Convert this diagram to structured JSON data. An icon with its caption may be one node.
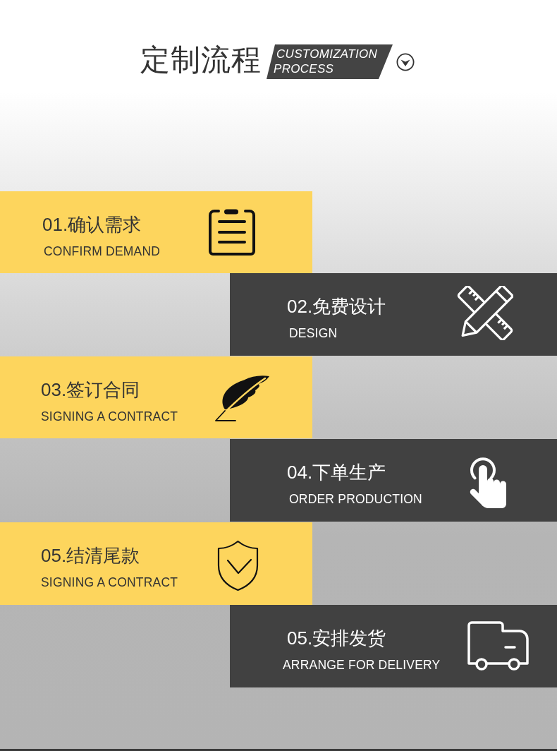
{
  "diagram": {
    "title": "定制流程",
    "nodes": [
      {
        "text": [
          "01.确认需求",
          "CONFIRM DEMAND"
        ]
      },
      {
        "text": [
          "02.免费设计",
          "DESIGN"
        ]
      },
      {
        "text": [
          "03.签订合同",
          "SIGNING A CONTRACT"
        ]
      },
      {
        "text": [
          "04.下单生产",
          "ORDER PRODUCTION"
        ]
      },
      {
        "text": [
          "05.结清尾款",
          "SIGNING A CONTRACT"
        ]
      },
      {
        "text": [
          "05.安排发货",
          "ARRANGE FOR DELIVERY"
        ]
      }
    ],
    "labels": [
      "CUSTOMIZATION PROCESS"
    ]
  }
}
